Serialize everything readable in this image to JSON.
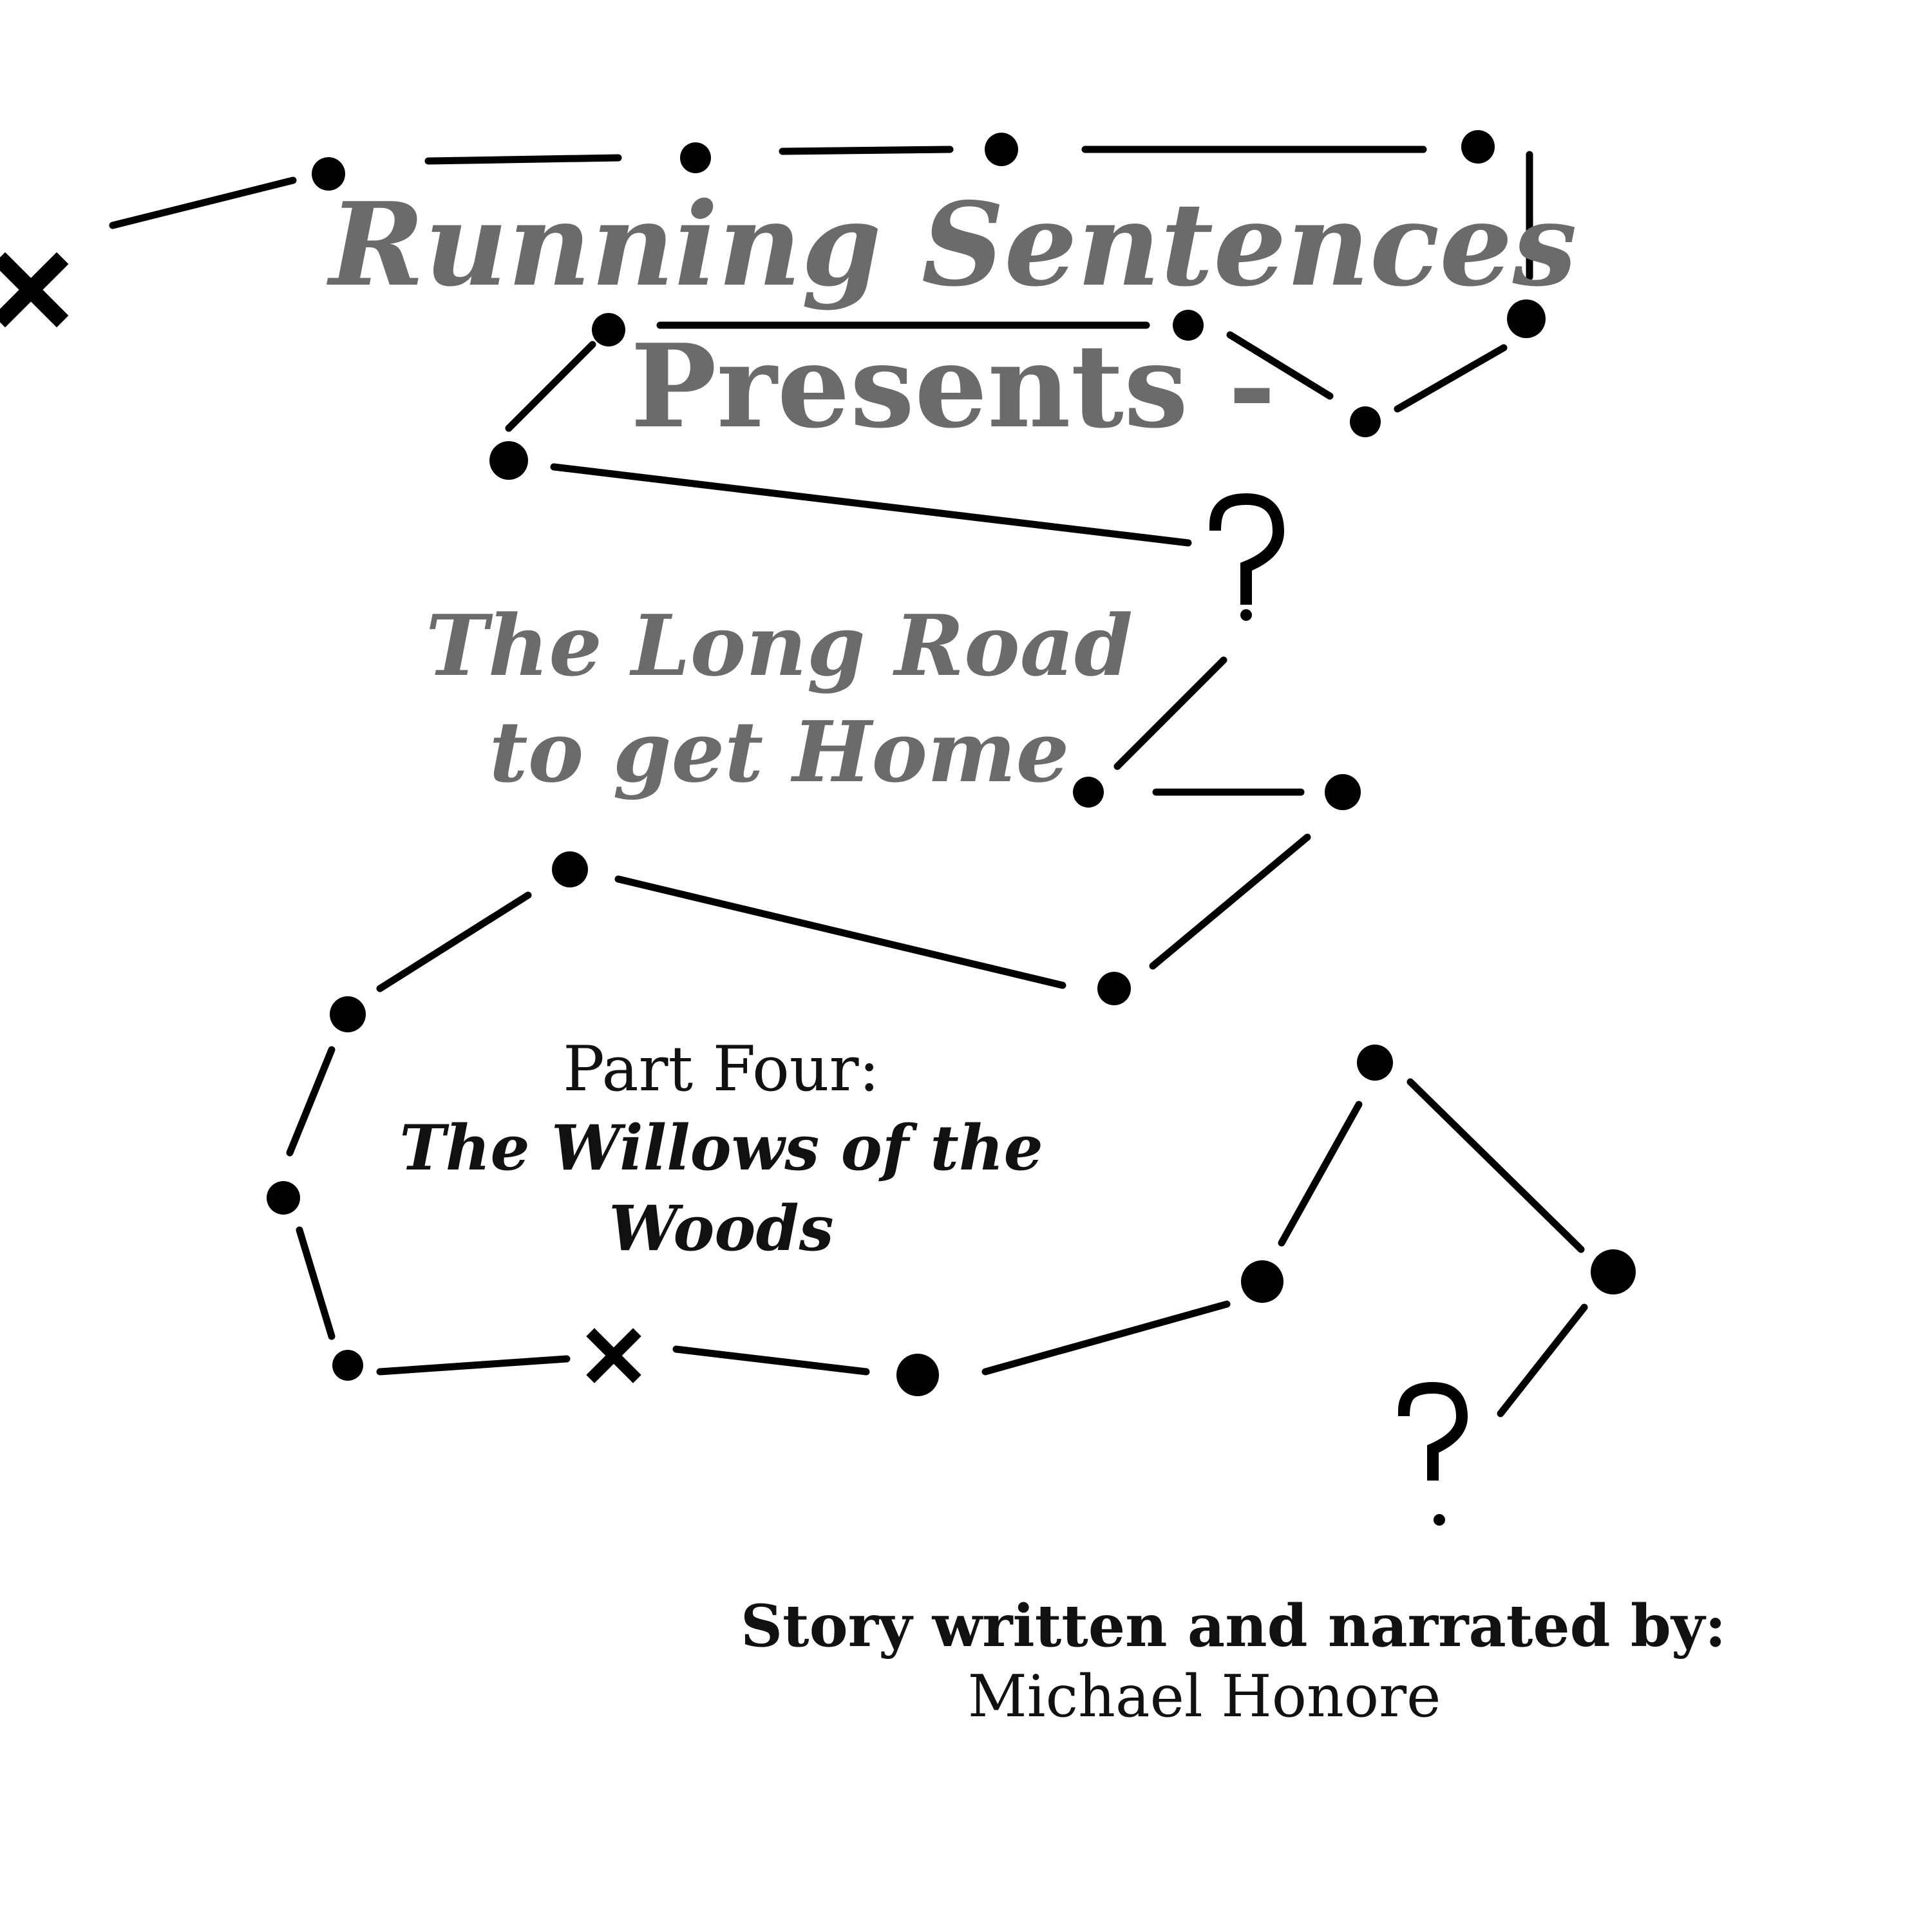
{
  "cover": {
    "brand": "Running Sentences",
    "presents": "Presents -",
    "title": "The Long Road to get Home",
    "part_label": "Part Four:",
    "part_name": "The Willows of the Woods",
    "credit_label": "Story written and narrated by:",
    "credit_name": "Michael Honore"
  },
  "colors": {
    "background": "#ffffff",
    "ink": "#000000",
    "title_grey": "#6b6b6b",
    "body_text": "#111111"
  },
  "markers": {
    "start": "x-mark-icon",
    "waypoint": "dot-icon",
    "junction": "x-mark-icon",
    "unknown": "question-mark-icon"
  }
}
